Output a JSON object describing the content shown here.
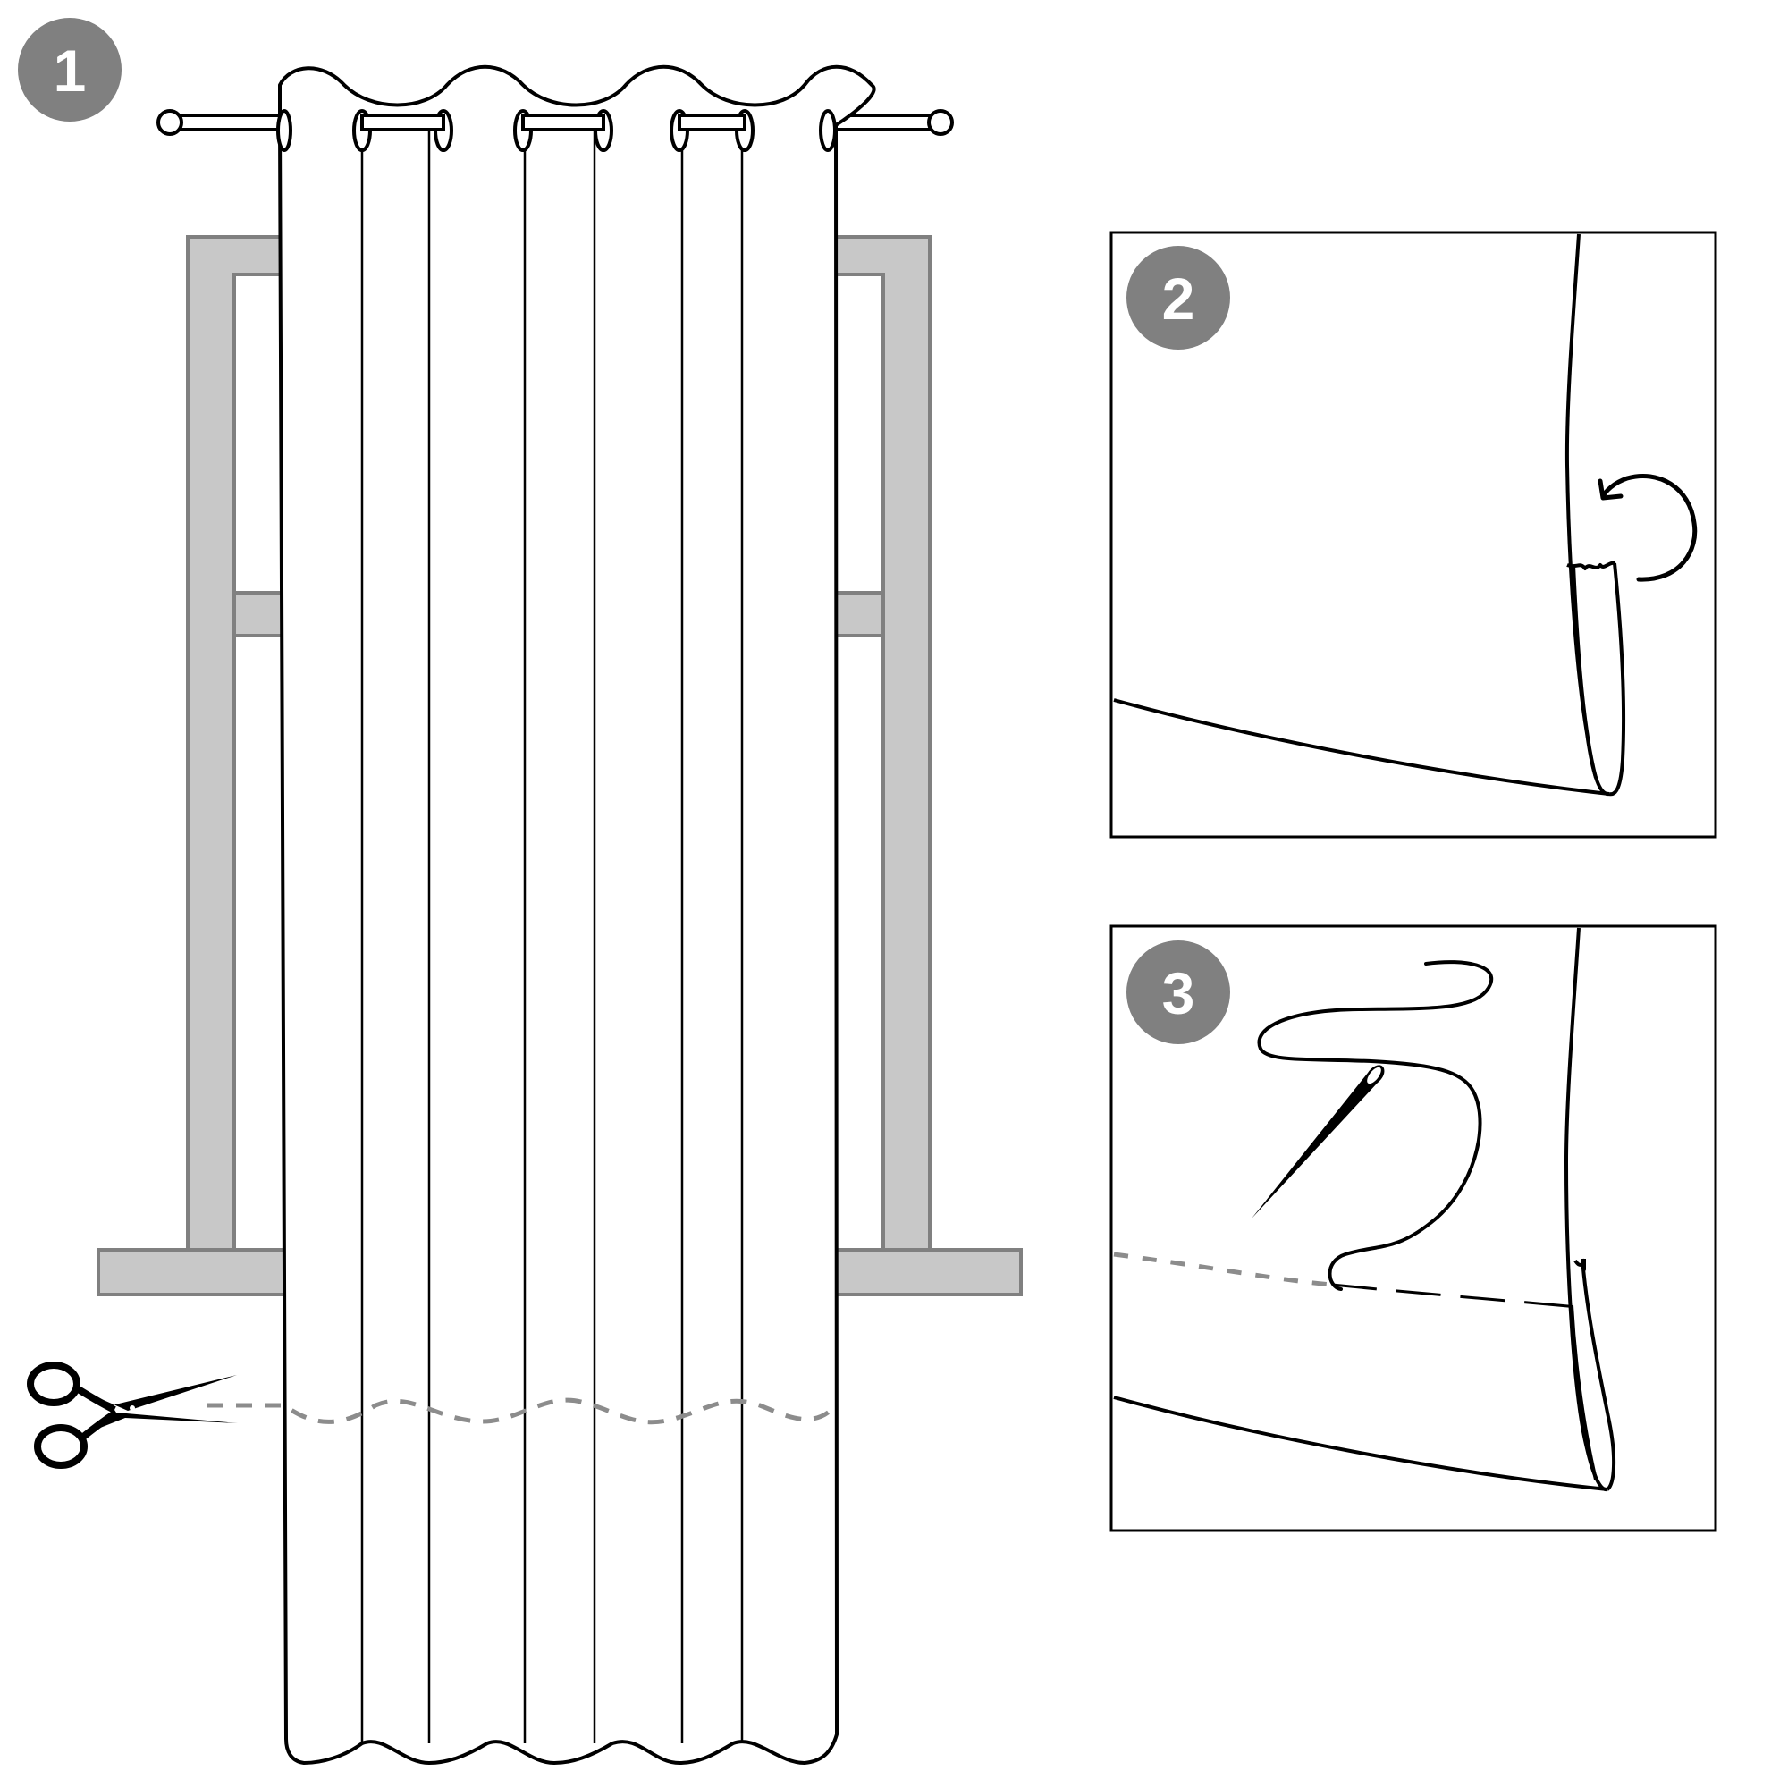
{
  "steps": [
    {
      "number": "1",
      "description": ""
    },
    {
      "number": "2",
      "description": ""
    },
    {
      "number": "3",
      "description": ""
    }
  ],
  "colors": {
    "badge": "#808080",
    "window_frame": "#c8c8c8",
    "window_outline": "#808080",
    "outline": "#000000",
    "cut_line": "#8c8c8c"
  },
  "icons": {
    "step1": "scissors-icon",
    "step2": "fold-arrow-icon",
    "step3": "needle-thread-icon"
  }
}
